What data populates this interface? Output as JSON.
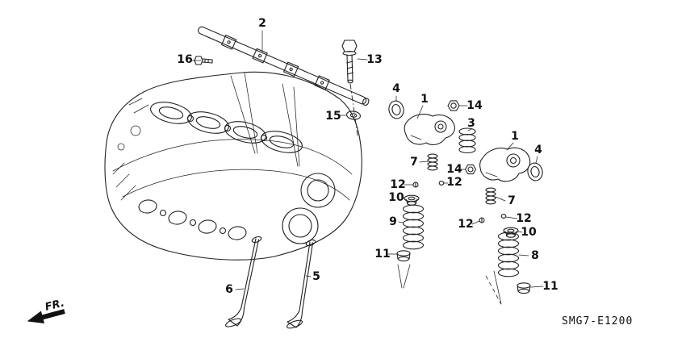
{
  "diagram": {
    "code": "SMG7-E1200",
    "direction_label": "FR."
  },
  "callouts": [
    {
      "part": "2"
    },
    {
      "part": "16"
    },
    {
      "part": "13"
    },
    {
      "part": "15"
    },
    {
      "part": "4"
    },
    {
      "part": "1"
    },
    {
      "part": "14"
    },
    {
      "part": "3"
    },
    {
      "part": "1"
    },
    {
      "part": "4"
    },
    {
      "part": "7"
    },
    {
      "part": "14"
    },
    {
      "part": "12"
    },
    {
      "part": "12"
    },
    {
      "part": "10"
    },
    {
      "part": "7"
    },
    {
      "part": "9"
    },
    {
      "part": "12"
    },
    {
      "part": "12"
    },
    {
      "part": "10"
    },
    {
      "part": "11"
    },
    {
      "part": "8"
    },
    {
      "part": "5"
    },
    {
      "part": "6"
    },
    {
      "part": "11"
    }
  ]
}
